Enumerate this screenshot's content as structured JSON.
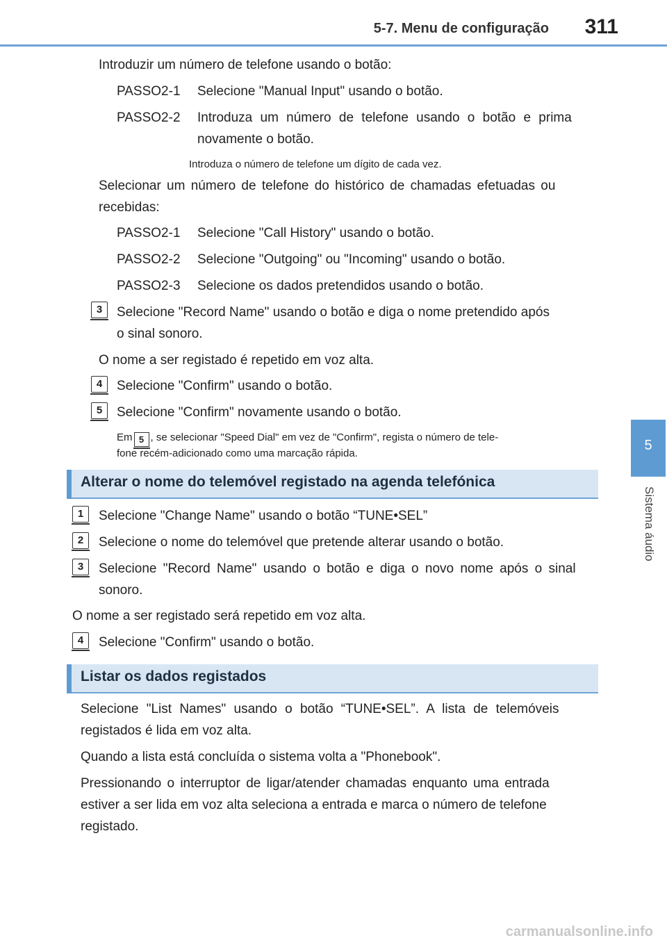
{
  "header": {
    "section": "5-7. Menu de configuração",
    "page_number": "311"
  },
  "side_tab": {
    "chapter": "5",
    "label": "Sistema áudio"
  },
  "phone_input": {
    "intro": "Introduzir um número de telefone usando o botão:",
    "step1_label": "PASSO2-1",
    "step1_text": "Selecione \"Manual Input\" usando o botão.",
    "step2_label": "PASSO2-2",
    "step2_text": "Introduza um número de telefone usando o botão e prima",
    "step2_cont": "novamente o botão.",
    "step2_note": "Introduza o número de telefone um dígito de cada vez."
  },
  "history": {
    "intro_line1": "Selecionar um número de telefone do histórico de chamadas efetuadas ou",
    "intro_line2": "recebidas:",
    "step1_label": "PASSO2-1",
    "step1_text": "Selecione \"Call History\" usando o botão.",
    "step2_label": "PASSO2-2",
    "step2_text": "Selecione \"Outgoing\" ou \"Incoming\" usando o botão.",
    "step3_label": "PASSO2-3",
    "step3_text": "Selecione os dados pretendidos usando o botão."
  },
  "steps_a": {
    "s3_badge": "3",
    "s3_line1": "Selecione \"Record Name\" usando o botão e diga o nome pretendido após",
    "s3_line2": "o sinal sonoro.",
    "repeat_note": "O nome a ser registado é repetido em voz alta.",
    "s4_badge": "4",
    "s4_text": "Selecione \"Confirm\" usando o botão.",
    "s5_badge": "5",
    "s5_text": "Selecione \"Confirm\" novamente usando o botão.",
    "note_pre": "Em",
    "note_badge": "5",
    "note_post": ", se selecionar \"Speed Dial\" em vez de \"Confirm\", regista o número de tele-",
    "note_line2": "fone recém-adicionado como uma marcação rápida."
  },
  "section_rename": {
    "title": "Alterar o nome do telemóvel registado na agenda telefónica",
    "s1_badge": "1",
    "s1_text": "Selecione \"Change Name\" usando o botão “TUNE•SEL”",
    "s2_badge": "2",
    "s2_text": "Selecione o nome do telemóvel que pretende alterar usando o botão.",
    "s3_badge": "3",
    "s3_line1": "Selecione \"Record Name\" usando o botão e diga o novo nome após o sinal",
    "s3_line2": "sonoro.",
    "repeat_note": "O nome a ser registado será repetido em voz alta.",
    "s4_badge": "4",
    "s4_text": "Selecione \"Confirm\" usando o botão."
  },
  "section_list": {
    "title": "Listar os dados registados",
    "p1_line1": "Selecione \"List Names\" usando o botão “TUNE•SEL”. A lista de telemóveis",
    "p1_line2": "registados é lida em voz alta.",
    "p2": "Quando a lista está concluída o sistema volta a \"Phonebook\".",
    "p3_line1": "Pressionando o interruptor de ligar/atender chamadas enquanto uma entrada",
    "p3_line2": "estiver a ser lida em voz alta seleciona a entrada e marca o número de telefone",
    "p3_line3": "registado."
  },
  "watermark": "carmanualsonline.info"
}
